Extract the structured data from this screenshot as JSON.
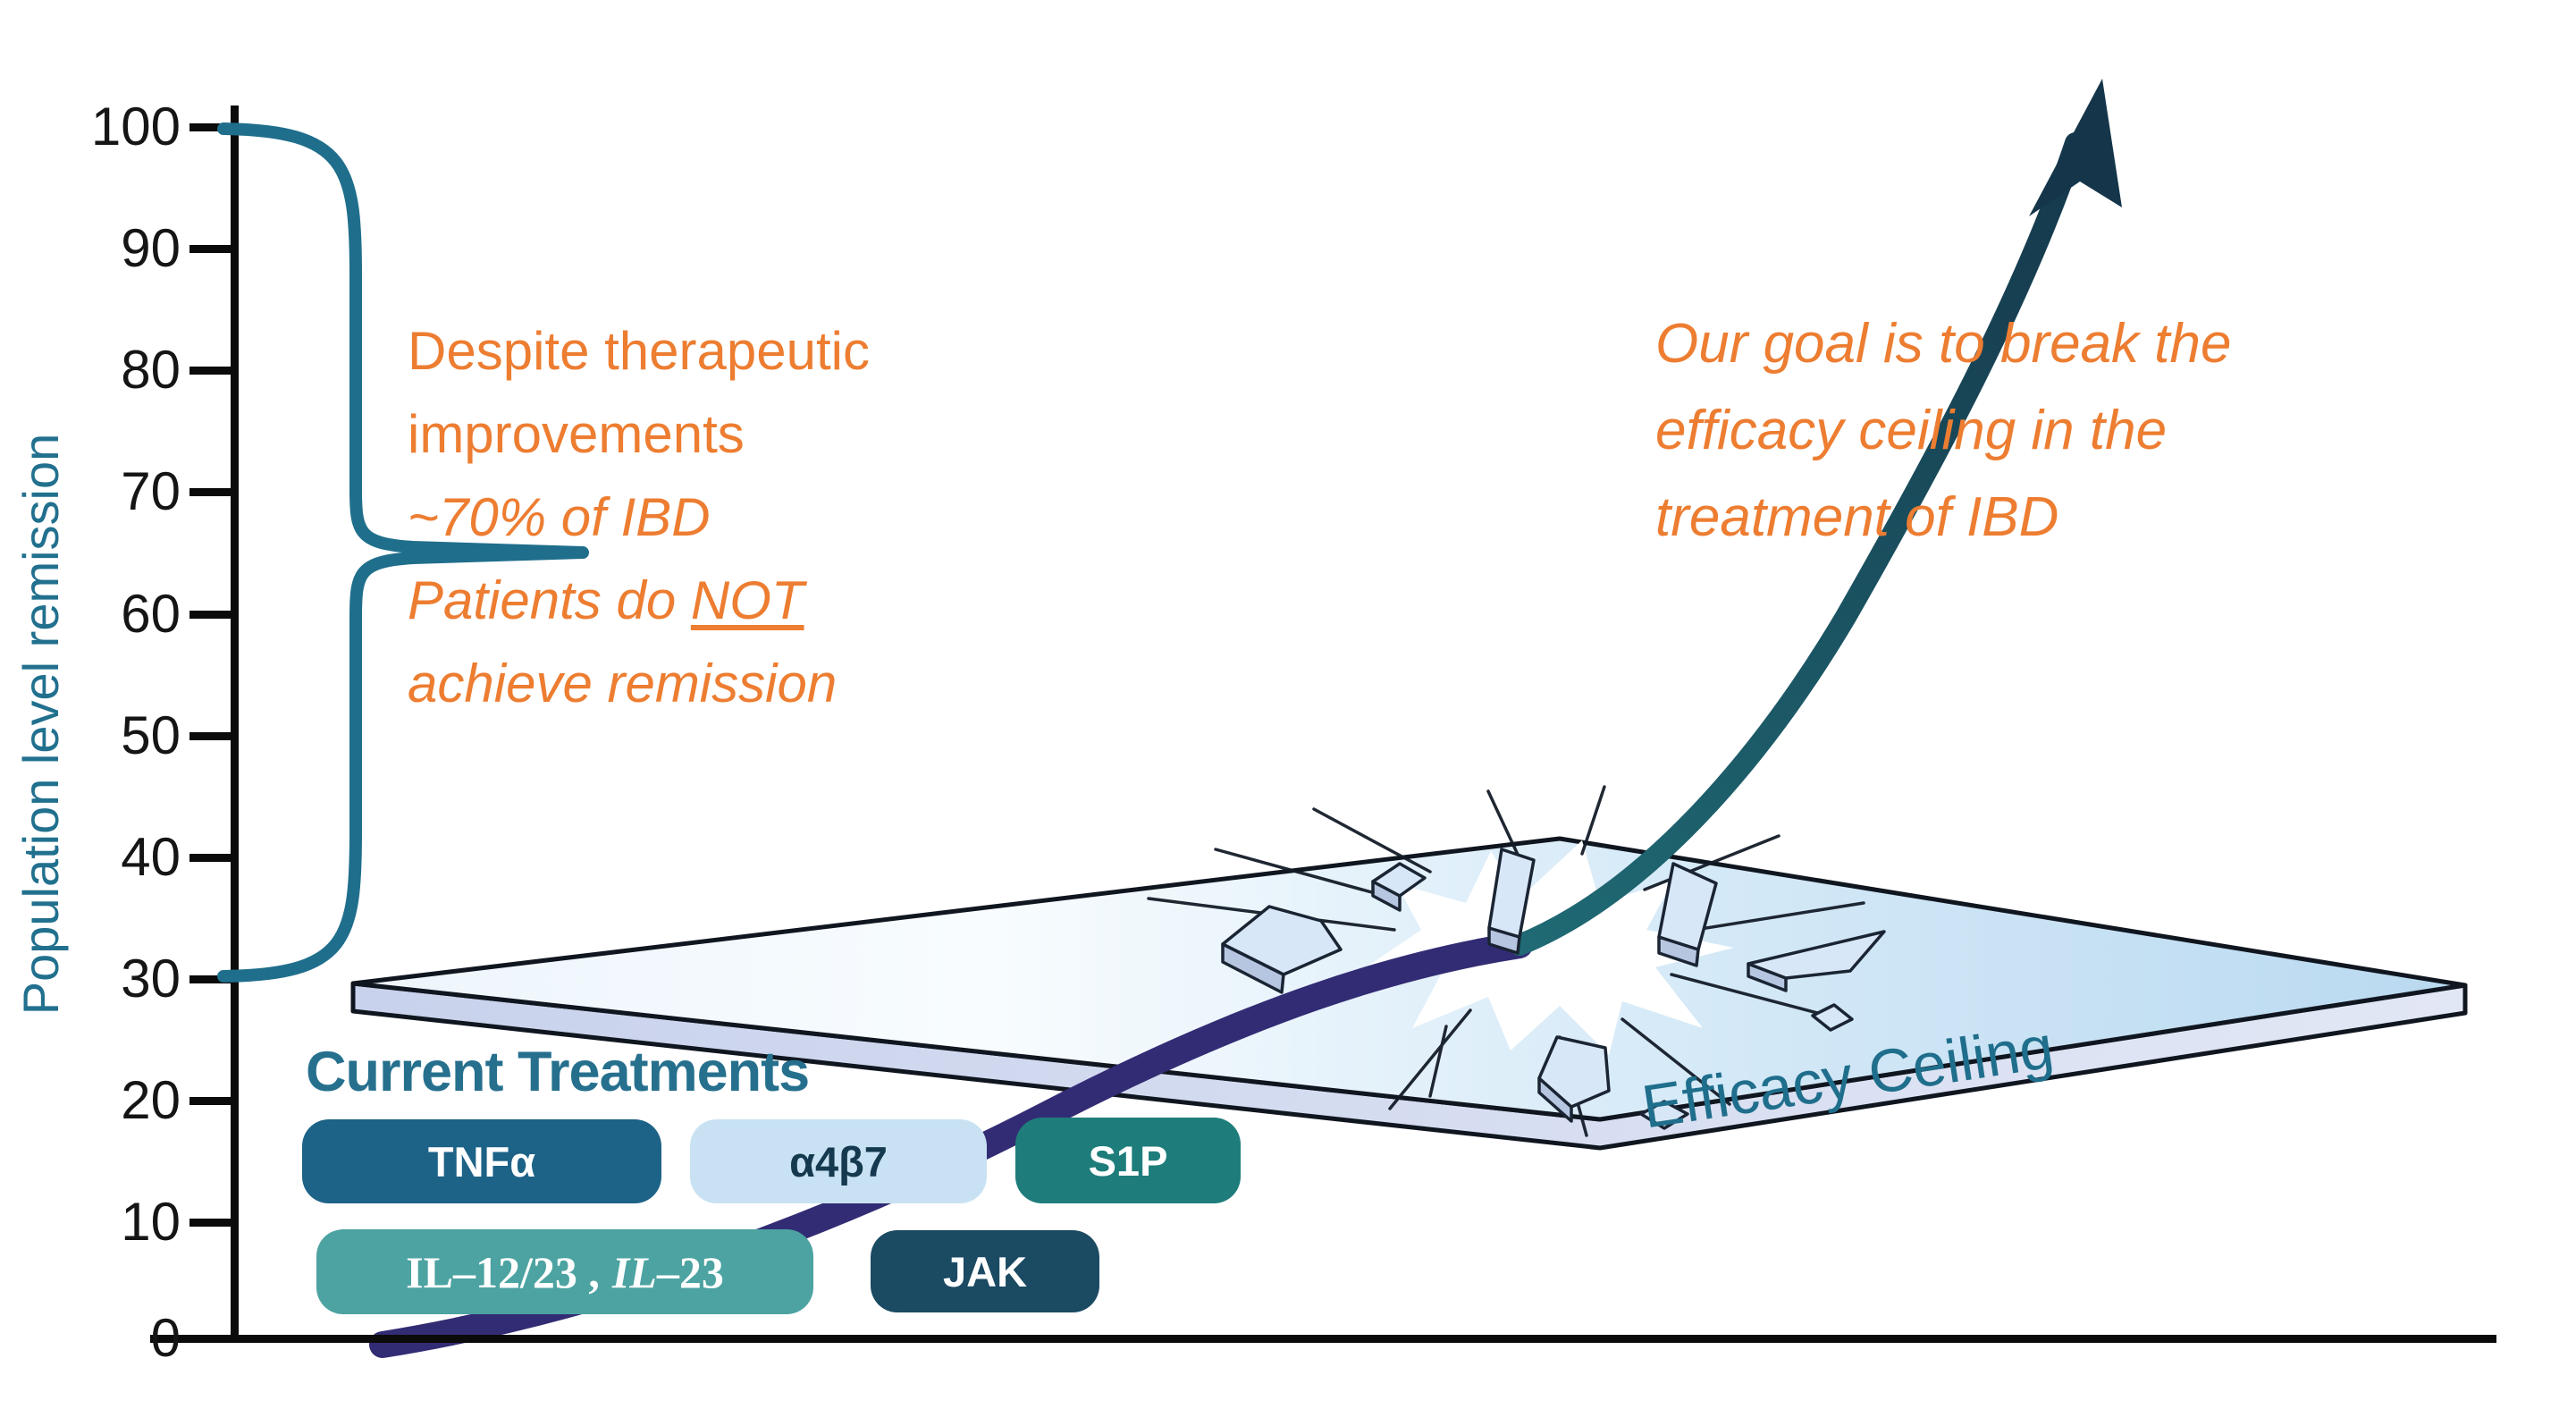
{
  "y_axis": {
    "title": "Population level remission",
    "ticks": [
      "100",
      "90",
      "80",
      "70",
      "60",
      "50",
      "40",
      "30",
      "20",
      "10",
      "0"
    ]
  },
  "brace_note": {
    "line1": "Despite therapeutic",
    "line2": "improvements",
    "line3": "~70% of IBD",
    "line4a": "Patients do ",
    "line4b": "NOT",
    "line5": "achieve remission"
  },
  "goal_note": {
    "line1": "Our goal is to break the",
    "line2": "efficacy ceiling in the",
    "line3": "treatment of IBD"
  },
  "current_treatments": {
    "title": "Current Treatments",
    "pills": {
      "tnfa": {
        "label": "TNFα",
        "bg": "#1D6287"
      },
      "a4b7": {
        "label": "α4β7",
        "bg": "#C8E2F3"
      },
      "s1p": {
        "label": "S1P",
        "bg": "#1E7D7B"
      },
      "il": {
        "part1": "IL–12/23 ,",
        "part2": "IL",
        "part3": "–23",
        "bg": "#4CA3A1"
      },
      "jak": {
        "label": "JAK",
        "bg": "#1B4A63"
      }
    }
  },
  "ceiling": {
    "label": "Efficacy Ceiling"
  },
  "colors": {
    "accent_teal": "#21708E",
    "orange": "#ED7D31",
    "curve_purple": "#322C74",
    "curve_teal": "#1F6A74",
    "arrow_navy": "#15364A",
    "plane_light": "#F8FCFE",
    "plane_blue": "#B9D9F0",
    "axis_black": "#0B0B0B"
  }
}
